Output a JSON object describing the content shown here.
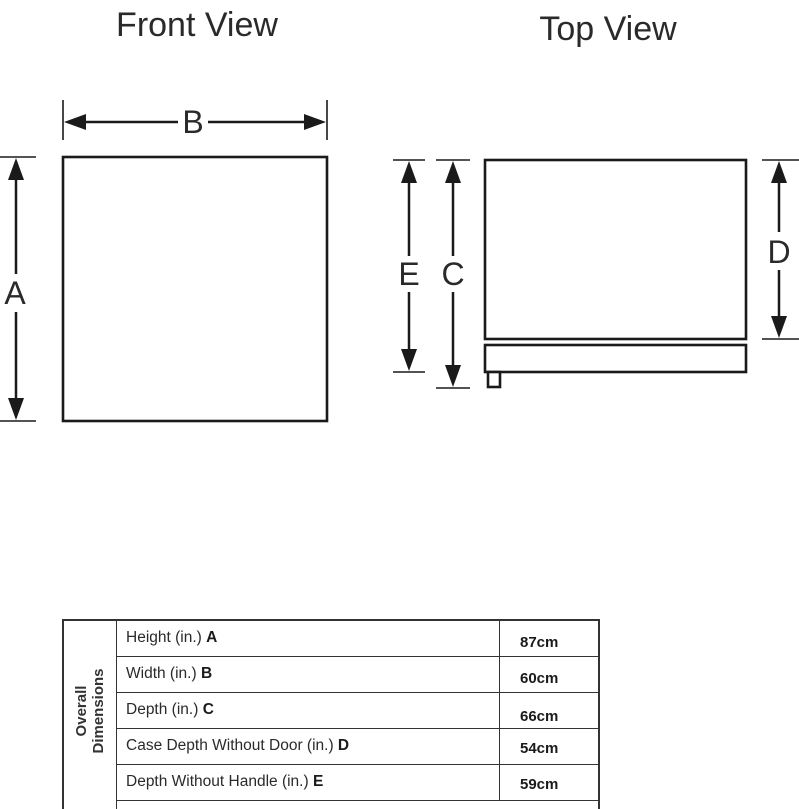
{
  "views": {
    "front_title": "Front View",
    "top_title": "Top View"
  },
  "labels": {
    "a": "A",
    "b": "B",
    "c": "C",
    "d": "D",
    "e": "E"
  },
  "table": {
    "side_label_line1": "Overall",
    "side_label_line2": "Dimensions",
    "rows": [
      {
        "label": "Height (in.)",
        "key": "A",
        "value": "87cm"
      },
      {
        "label": "Width (in.)",
        "key": "B",
        "value": "60cm"
      },
      {
        "label": "Depth (in.)",
        "key": "C",
        "value": "66cm"
      },
      {
        "label": "Case Depth Without Door (in.)",
        "key": "D",
        "value": "54cm"
      },
      {
        "label": "Depth Without Handle (in.)",
        "key": "E",
        "value": "59cm"
      }
    ]
  },
  "colors": {
    "line": "#1a1a1a",
    "text": "#2a2a2a"
  }
}
